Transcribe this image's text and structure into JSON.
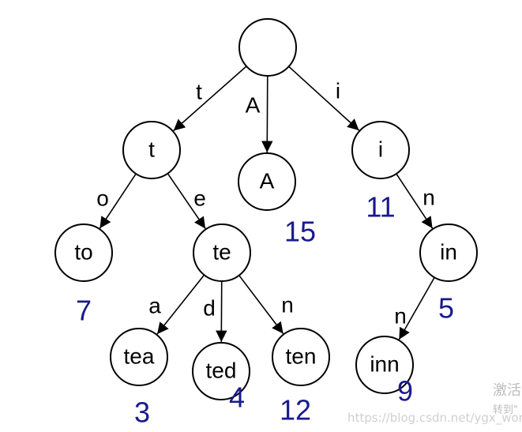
{
  "diagram": {
    "nodes": [
      {
        "id": "root",
        "label": ""
      },
      {
        "id": "t",
        "label": "t"
      },
      {
        "id": "A",
        "label": "A",
        "value": "15"
      },
      {
        "id": "i",
        "label": "i",
        "value": "11"
      },
      {
        "id": "to",
        "label": "to",
        "value": "7"
      },
      {
        "id": "te",
        "label": "te"
      },
      {
        "id": "in",
        "label": "in",
        "value": "5"
      },
      {
        "id": "tea",
        "label": "tea",
        "value": "3"
      },
      {
        "id": "ted",
        "label": "ted",
        "value": "4"
      },
      {
        "id": "ten",
        "label": "ten",
        "value": "12"
      },
      {
        "id": "inn",
        "label": "inn",
        "value": "9"
      }
    ],
    "edges": [
      {
        "from": "root",
        "to": "t",
        "label": "t"
      },
      {
        "from": "root",
        "to": "A",
        "label": "A"
      },
      {
        "from": "root",
        "to": "i",
        "label": "i"
      },
      {
        "from": "t",
        "to": "to",
        "label": "o"
      },
      {
        "from": "t",
        "to": "te",
        "label": "e"
      },
      {
        "from": "i",
        "to": "in",
        "label": "n"
      },
      {
        "from": "te",
        "to": "tea",
        "label": "a"
      },
      {
        "from": "te",
        "to": "ted",
        "label": "d"
      },
      {
        "from": "te",
        "to": "ten",
        "label": "n"
      },
      {
        "from": "in",
        "to": "inn",
        "label": "n"
      }
    ]
  },
  "colors": {
    "value_text": "#1a1a8c",
    "stroke": "#000000"
  },
  "watermark": {
    "url": "https://blog.csdn.net/ygx_work",
    "activate": "激活",
    "activate_sub": "转到\""
  }
}
